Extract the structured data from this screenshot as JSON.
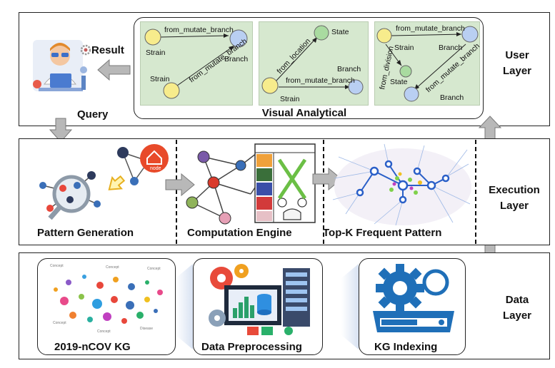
{
  "layers": {
    "user": {
      "line1": "User",
      "line2": "Layer"
    },
    "execution": {
      "line1": "Execution",
      "line2": "Layer"
    },
    "data": {
      "line1": "Data",
      "line2": "Layer"
    }
  },
  "user_layer": {
    "result_label": "Result",
    "query_label": "Query",
    "visual_title": "Visual Analytical",
    "graph1": {
      "strain_top": "Strain",
      "branch": "Branch",
      "strain_bottom": "Strain",
      "edge_top": "from_mutate_branch",
      "edge_diag": "from_mutate_branch"
    },
    "graph2": {
      "state": "State",
      "branch": "Branch",
      "strain": "Strain",
      "edge_location": "from_location",
      "edge_mutate": "from_mutate_branch"
    },
    "graph3": {
      "strain": "Strain",
      "branch_top": "Branch",
      "state": "State",
      "branch_bottom": "Branch",
      "edge_top": "from_mutate_branch",
      "edge_division": "from_division",
      "edge_diag": "from_mutate_branch"
    }
  },
  "execution_layer": {
    "pattern_generation": "Pattern Generation",
    "computation_engine": "Computation Engine",
    "topk": "Top-K Frequent Pattern",
    "node_badge": "node"
  },
  "data_layer": {
    "kg": "2019-nCOV KG",
    "preprocessing": "Data Preprocessing",
    "indexing": "KG Indexing"
  },
  "colors": {
    "node_yellow": "#f7ec8c",
    "node_blue": "#b9cff2",
    "node_green": "#a9dba0",
    "panel_green": "#d6e8cf",
    "arrow_gray": "#b8b8b8"
  }
}
